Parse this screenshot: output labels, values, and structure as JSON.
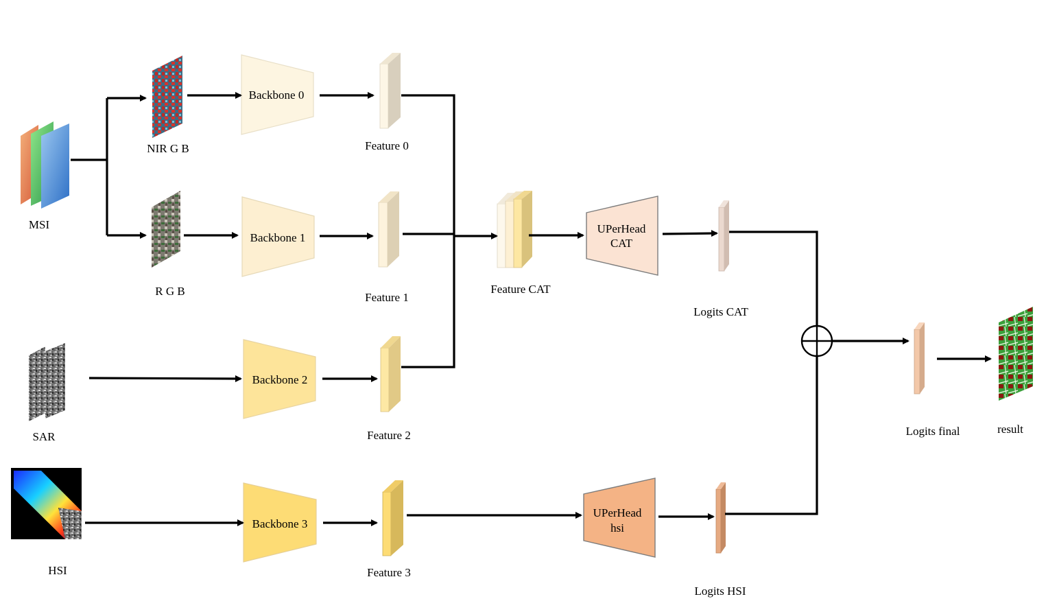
{
  "inputs": {
    "msi": "MSI",
    "nir_gb": "NIR G B",
    "rgb": "R G B",
    "sar": "SAR",
    "hsi": "HSI"
  },
  "backbones": {
    "b0": "Backbone 0",
    "b1": "Backbone 1",
    "b2": "Backbone 2",
    "b3": "Backbone 3"
  },
  "features": {
    "f0": "Feature 0",
    "f1": "Feature 1",
    "f2": "Feature 2",
    "f3": "Feature 3",
    "cat": "Feature CAT"
  },
  "heads": {
    "cat_line1": "UPerHead",
    "cat_line2": "CAT",
    "hsi_line1": "UPerHead",
    "hsi_line2": "hsi"
  },
  "logits": {
    "cat": "Logits CAT",
    "hsi": "Logits HSI",
    "final": "Logits final"
  },
  "output": {
    "result": "result"
  },
  "colors": {
    "backbone0": "#fdf5e1",
    "backbone1": "#fdefd1",
    "backbone2": "#fde49a",
    "backbone3": "#fddc75",
    "head_cat": "#fbe3d3",
    "head_hsi": "#f4b385",
    "wire": "#000000"
  }
}
